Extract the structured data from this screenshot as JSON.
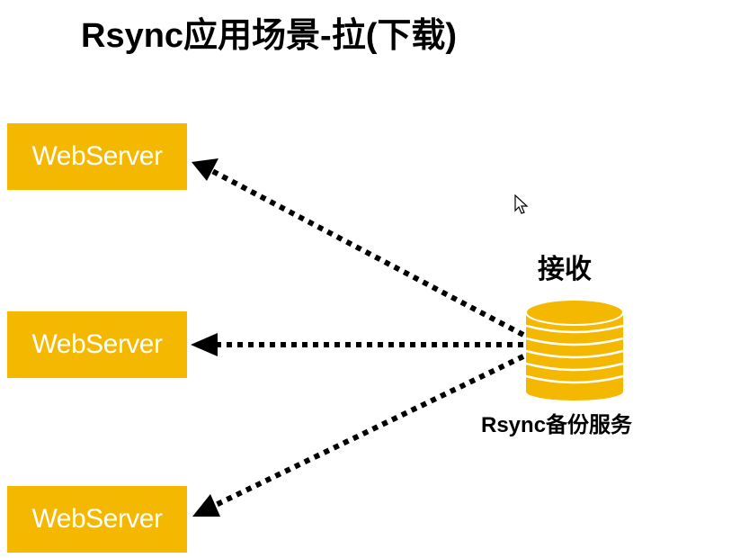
{
  "title": "Rsync应用场景-拉(下载)",
  "servers": [
    {
      "label": "WebServer"
    },
    {
      "label": "WebServer"
    },
    {
      "label": "WebServer"
    }
  ],
  "backup": {
    "label": "Rsync备份服务",
    "action": "接收",
    "icon": "database-icon"
  },
  "colors": {
    "accent": "#f5b800",
    "edge": "#000000"
  },
  "cursor_icon": "mouse-pointer-icon"
}
